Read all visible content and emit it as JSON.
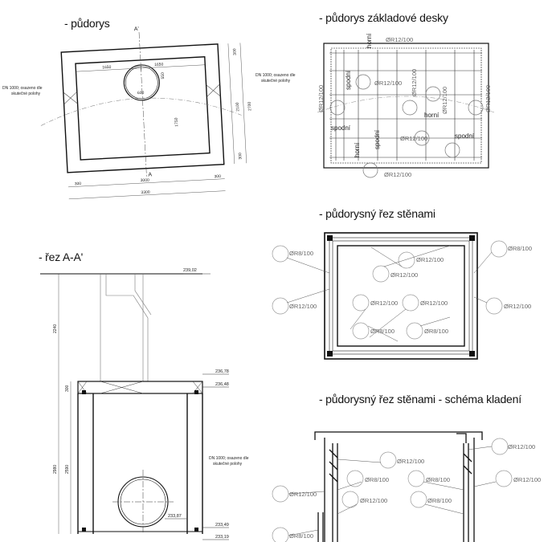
{
  "titles": {
    "pudorys": "- půdorys",
    "zakladova": "- půdorys základové desky",
    "rez_steny": "- půdorysný řez stěnami",
    "rez_aa": "- řez A-A'",
    "schema": "- půdorysný řez stěnami - schéma kladení"
  },
  "plan": {
    "section_top": "A'",
    "section_bottom": "A",
    "dims": {
      "d1650a": "1650",
      "d1650b": "1650",
      "d600": "600",
      "d550": "550",
      "d1750": "1750",
      "d2100": "2100",
      "d2700": "2700",
      "d300r1": "300",
      "d300r2": "300",
      "d300b1": "300",
      "d3000": "3000",
      "d300b2": "300",
      "d3300": "3300"
    },
    "note_left": [
      "DN 1000; osazeno dle",
      "skutečné polohy"
    ],
    "note_right": [
      "DN 1000; osazeno dle",
      "skutečné polohy"
    ]
  },
  "base_slab": {
    "words": {
      "horni_top": "horní",
      "spodni_left": "spodní",
      "spodni_mid": "spodní",
      "horni_mid": "horní",
      "spodni_mid2": "spodní",
      "horni_right": "horní",
      "spodni_right": "spodní"
    },
    "rebars": {
      "t1": "ØR12/100",
      "t2": "ØR12/100",
      "t3": "ØR12/100",
      "l1": "ØR12/100",
      "r1": "ØR12/100",
      "m1": "ØR12/100",
      "b1": "ØR12/100",
      "b2": "ØR12/100"
    }
  },
  "walls_section": {
    "rebars": {
      "r1": "ØR8/100",
      "r2": "ØR8/100",
      "r3": "ØR12/100",
      "r4": "ØR12/100",
      "r5": "ØR12/100",
      "r6": "ØR12/100",
      "r7": "ØR12/100",
      "r8": "ØR12/100",
      "r9": "ØR8/100",
      "r10": "ØR8/100"
    }
  },
  "section_aa": {
    "levels": {
      "top": "239,02",
      "l1": "236,78",
      "l2": "236,48",
      "pipe": "233,87",
      "l3": "233,49",
      "l4": "233,19"
    },
    "dims": {
      "d2240": "2240",
      "d300": "300",
      "d2590": "2590",
      "d2980": "2980"
    },
    "note": [
      "DN 1000; osazeno dle",
      "skutečné polohy"
    ]
  },
  "schema": {
    "rebars": {
      "s1": "ØR12/100",
      "s2": "ØR12/100",
      "s3": "ØR8/100",
      "s4": "ØR8/100",
      "s5": "ØR12/100",
      "s6": "ØR12/100",
      "s7": "ØR12/100",
      "s8": "ØR8/100",
      "s9": "ØR8/100"
    }
  }
}
